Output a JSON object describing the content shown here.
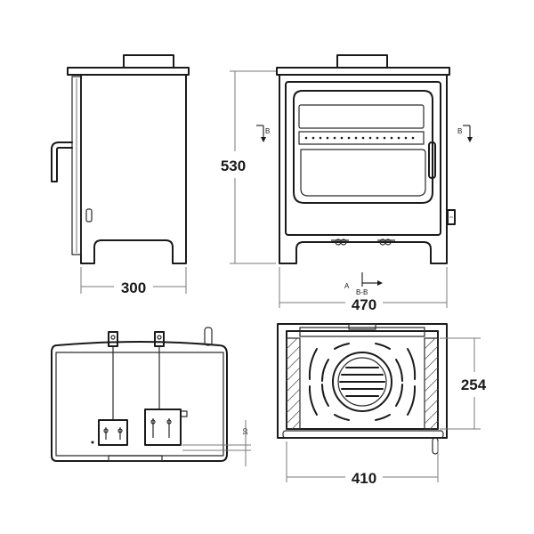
{
  "dimensions": {
    "side_depth": "300",
    "front_height": "530",
    "front_width": "470",
    "plan_depth": "254",
    "plan_width": "410",
    "ledge": "10"
  },
  "section_marks": {
    "left_arrow": "B",
    "right_arrow": "B",
    "a_label": "A",
    "section_label": "B-B"
  },
  "colors": {
    "line": "#1a1a1a",
    "dimension": "#7a7a7a",
    "background": "#ffffff"
  }
}
